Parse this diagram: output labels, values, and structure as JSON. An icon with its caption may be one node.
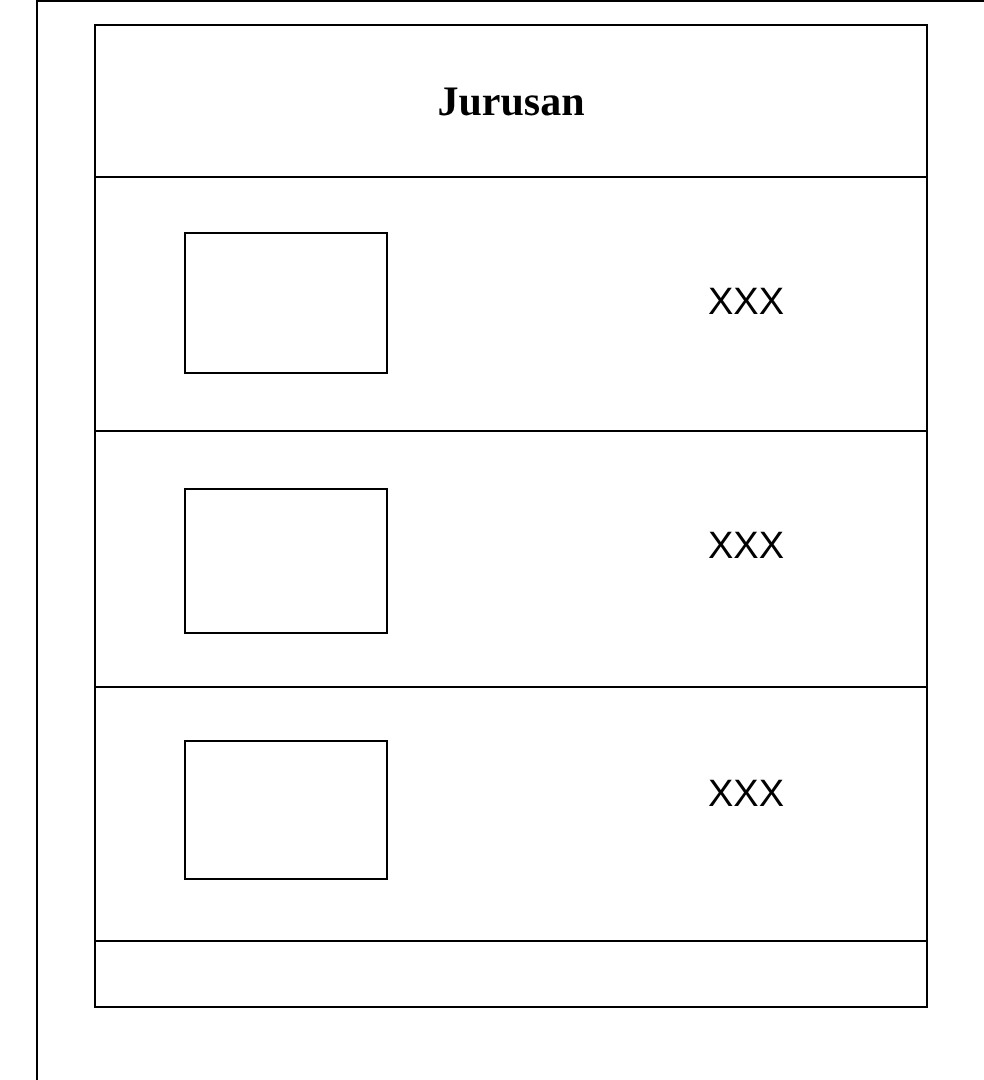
{
  "diagram": {
    "nodes": [
      {
        "text": [
          "Jurusan"
        ]
      },
      {
        "text": [
          "XXX"
        ]
      },
      {
        "text": [],
        "shape": "box",
        "in": 1
      },
      {
        "text": [
          "XXX"
        ]
      },
      {
        "text": [],
        "shape": "box",
        "in": 3
      },
      {
        "text": [
          "XXX"
        ]
      },
      {
        "text": [],
        "shape": "box",
        "in": 5
      },
      {
        "text": [],
        "shape": "box"
      }
    ]
  }
}
